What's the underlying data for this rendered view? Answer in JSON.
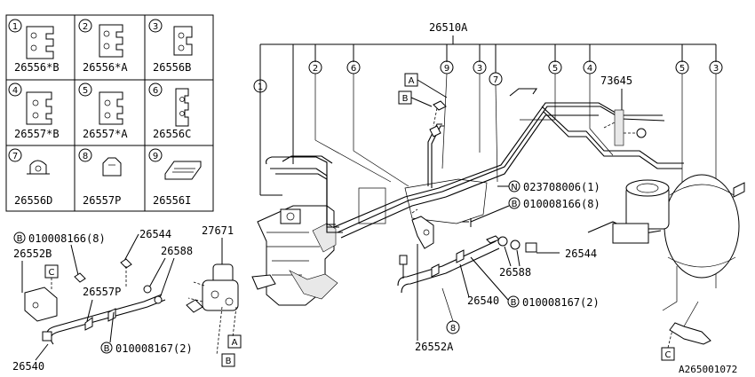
{
  "legend": {
    "cells": [
      {
        "index": "1",
        "part": "26556*B"
      },
      {
        "index": "2",
        "part": "26556*A"
      },
      {
        "index": "3",
        "part": "26556B"
      },
      {
        "index": "4",
        "part": "26557*B"
      },
      {
        "index": "5",
        "part": "26557*A"
      },
      {
        "index": "6",
        "part": "26556C"
      },
      {
        "index": "7",
        "part": "26556D"
      },
      {
        "index": "8",
        "part": "26557P"
      },
      {
        "index": "9",
        "part": "26556I"
      }
    ]
  },
  "callouts": {
    "main_assembly": "26510A",
    "clip_bracket": "73645",
    "nut_bolt": "023708006(1)",
    "bolt_8_right": "010008166(8)",
    "bolt_8_left": "010008166(8)",
    "bolt_2_left": "010008167(2)",
    "bolt_2_right": "010008167(2)",
    "bracket_right": "26552A",
    "bracket_left": "26552B",
    "hose_left": "26540",
    "hose_right": "26540",
    "union_bolt_left": "26544",
    "union_bolt_right": "26544",
    "washer_left": "26588",
    "washer_right": "26588",
    "valve": "27671",
    "clip_left": "26557P",
    "ref_A1": "A",
    "ref_B1": "B",
    "ref_A2": "A",
    "ref_B2": "B",
    "ref_C1": "C",
    "ref_C2": "C",
    "circ_N": "N",
    "circ_B": "B",
    "figure_id": "A265001072"
  },
  "pipe_indices": [
    "1",
    "2",
    "6",
    "9",
    "3",
    "7",
    "5",
    "4",
    "5",
    "3",
    "8"
  ]
}
